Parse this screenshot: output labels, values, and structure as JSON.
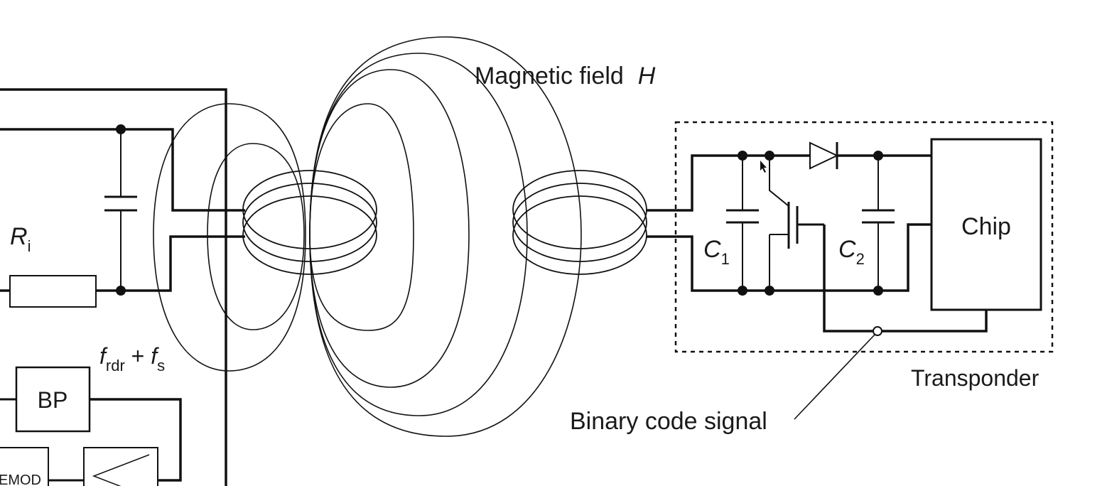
{
  "diagram": {
    "field_label": "Magnetic field",
    "field_symbol": "H",
    "reader": {
      "resistor_symbol": "R",
      "resistor_sub": "i",
      "freq_label": {
        "f1": "f",
        "f1_sub": "rdr",
        "plus": " + ",
        "f2": "f",
        "f2_sub": "s"
      },
      "bandpass_label": "BP",
      "demod_label": "EMOD"
    },
    "transponder": {
      "box_label": "Transponder",
      "chip_label": "Chip",
      "c1": {
        "symbol": "C",
        "sub": "1"
      },
      "c2": {
        "symbol": "C",
        "sub": "2"
      }
    },
    "signal_label": "Binary code signal"
  },
  "colors": {
    "ink": "#111111",
    "background": "#ffffff"
  }
}
